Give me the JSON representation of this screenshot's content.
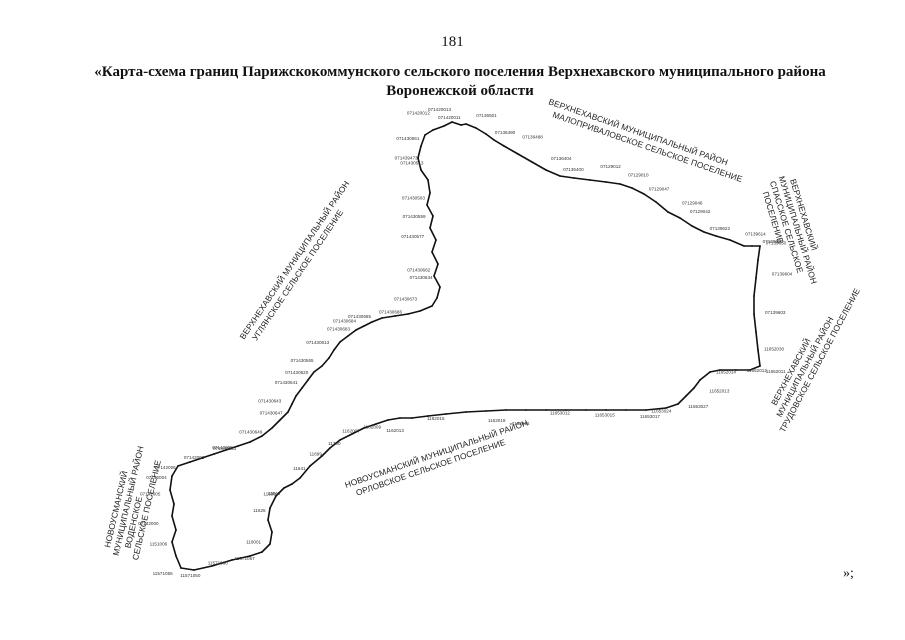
{
  "page_number": "181",
  "title": "«Карта-схема границ Парижскокоммунского сельского поселения Верхнехавского муниципального района Воронежской области",
  "closing_mark": "»;",
  "neighbor_labels": [
    {
      "id": "top",
      "lines": [
        "ВЕРХНЕХАВСКИЙ МУНИЦИПАЛЬНЫЙ РАЙОН",
        "МАЛОПРИВАЛОВСКОЕ СЕЛЬСКОЕ ПОСЕЛЕНИЕ"
      ]
    },
    {
      "id": "right",
      "lines": [
        "ВЕРХНЕХАВСКИЙ",
        "МУНИЦИПАЛЬНЫЙ РАЙОН",
        "СПАССКОЕ СЕЛЬСКОЕ",
        "ПОСЕЛЕНИЕ"
      ]
    },
    {
      "id": "right-low",
      "lines": [
        "ВЕРХНЕХАВСКИЙ",
        "МУНИЦИПАЛЬНЫЙ РАЙОН",
        "ТРУДОВСКОЕ СЕЛЬСКОЕ ПОСЕЛЕНИЕ"
      ]
    },
    {
      "id": "left",
      "lines": [
        "ВЕРХНЕХАВСКИЙ МУНИЦИПАЛЬНЫЙ РАЙОН",
        "УГЛЯНСКОЕ СЕЛЬСКОЕ ПОСЕЛЕНИЕ"
      ]
    },
    {
      "id": "bottom",
      "lines": [
        "НОВОУСМАНСКИЙ МУНИЦИПАЛЬНЫЙ РАЙОН",
        "ОРЛОВСКОЕ СЕЛЬСКОЕ ПОСЕЛЕНИЕ"
      ]
    },
    {
      "id": "bottom-left",
      "lines": [
        "НОВОУСМАНСКИЙ",
        "МУНИЦИПАЛЬНЫЙ РАЙОН",
        "ВОДЕНСКОЕ",
        "СЕЛЬСКОЕ ПОСЕЛЕНИЕ"
      ]
    }
  ],
  "point_labels": [
    "071420011",
    "071420013",
    "071420012",
    "071430561",
    "071439473",
    "071430513",
    "071430503",
    "071430559",
    "071430577",
    "071430662",
    "071430634",
    "071430673",
    "071430686",
    "071430685",
    "071430684",
    "071430683",
    "071430613",
    "071430565",
    "071430620",
    "071430641",
    "071430643",
    "071430647",
    "071430649",
    "071430663",
    "07142008",
    "07142003",
    "07142006",
    "07142004",
    "07142005",
    "07142000",
    "1151006",
    "11571055",
    "11571050",
    "11571060",
    "11571067",
    "116001",
    "11625",
    "11630",
    "11640",
    "11641",
    "11699",
    "11700",
    "1162007",
    "1162009",
    "1162013",
    "1162015",
    "1162019",
    "1162026",
    "11653012",
    "11653015",
    "11653017",
    "11653024",
    "11653027",
    "11652013",
    "11652014",
    "11652012",
    "11652011",
    "11652030",
    "07139603",
    "07139604",
    "07139650",
    "07139660",
    "07139614",
    "07139622",
    "07129042",
    "07129046",
    "07129047",
    "07129010",
    "07129012",
    "07136400",
    "07136404",
    "07136488",
    "07136490",
    "07136501"
  ],
  "route_notes": {
    "line_color": "#111111"
  }
}
